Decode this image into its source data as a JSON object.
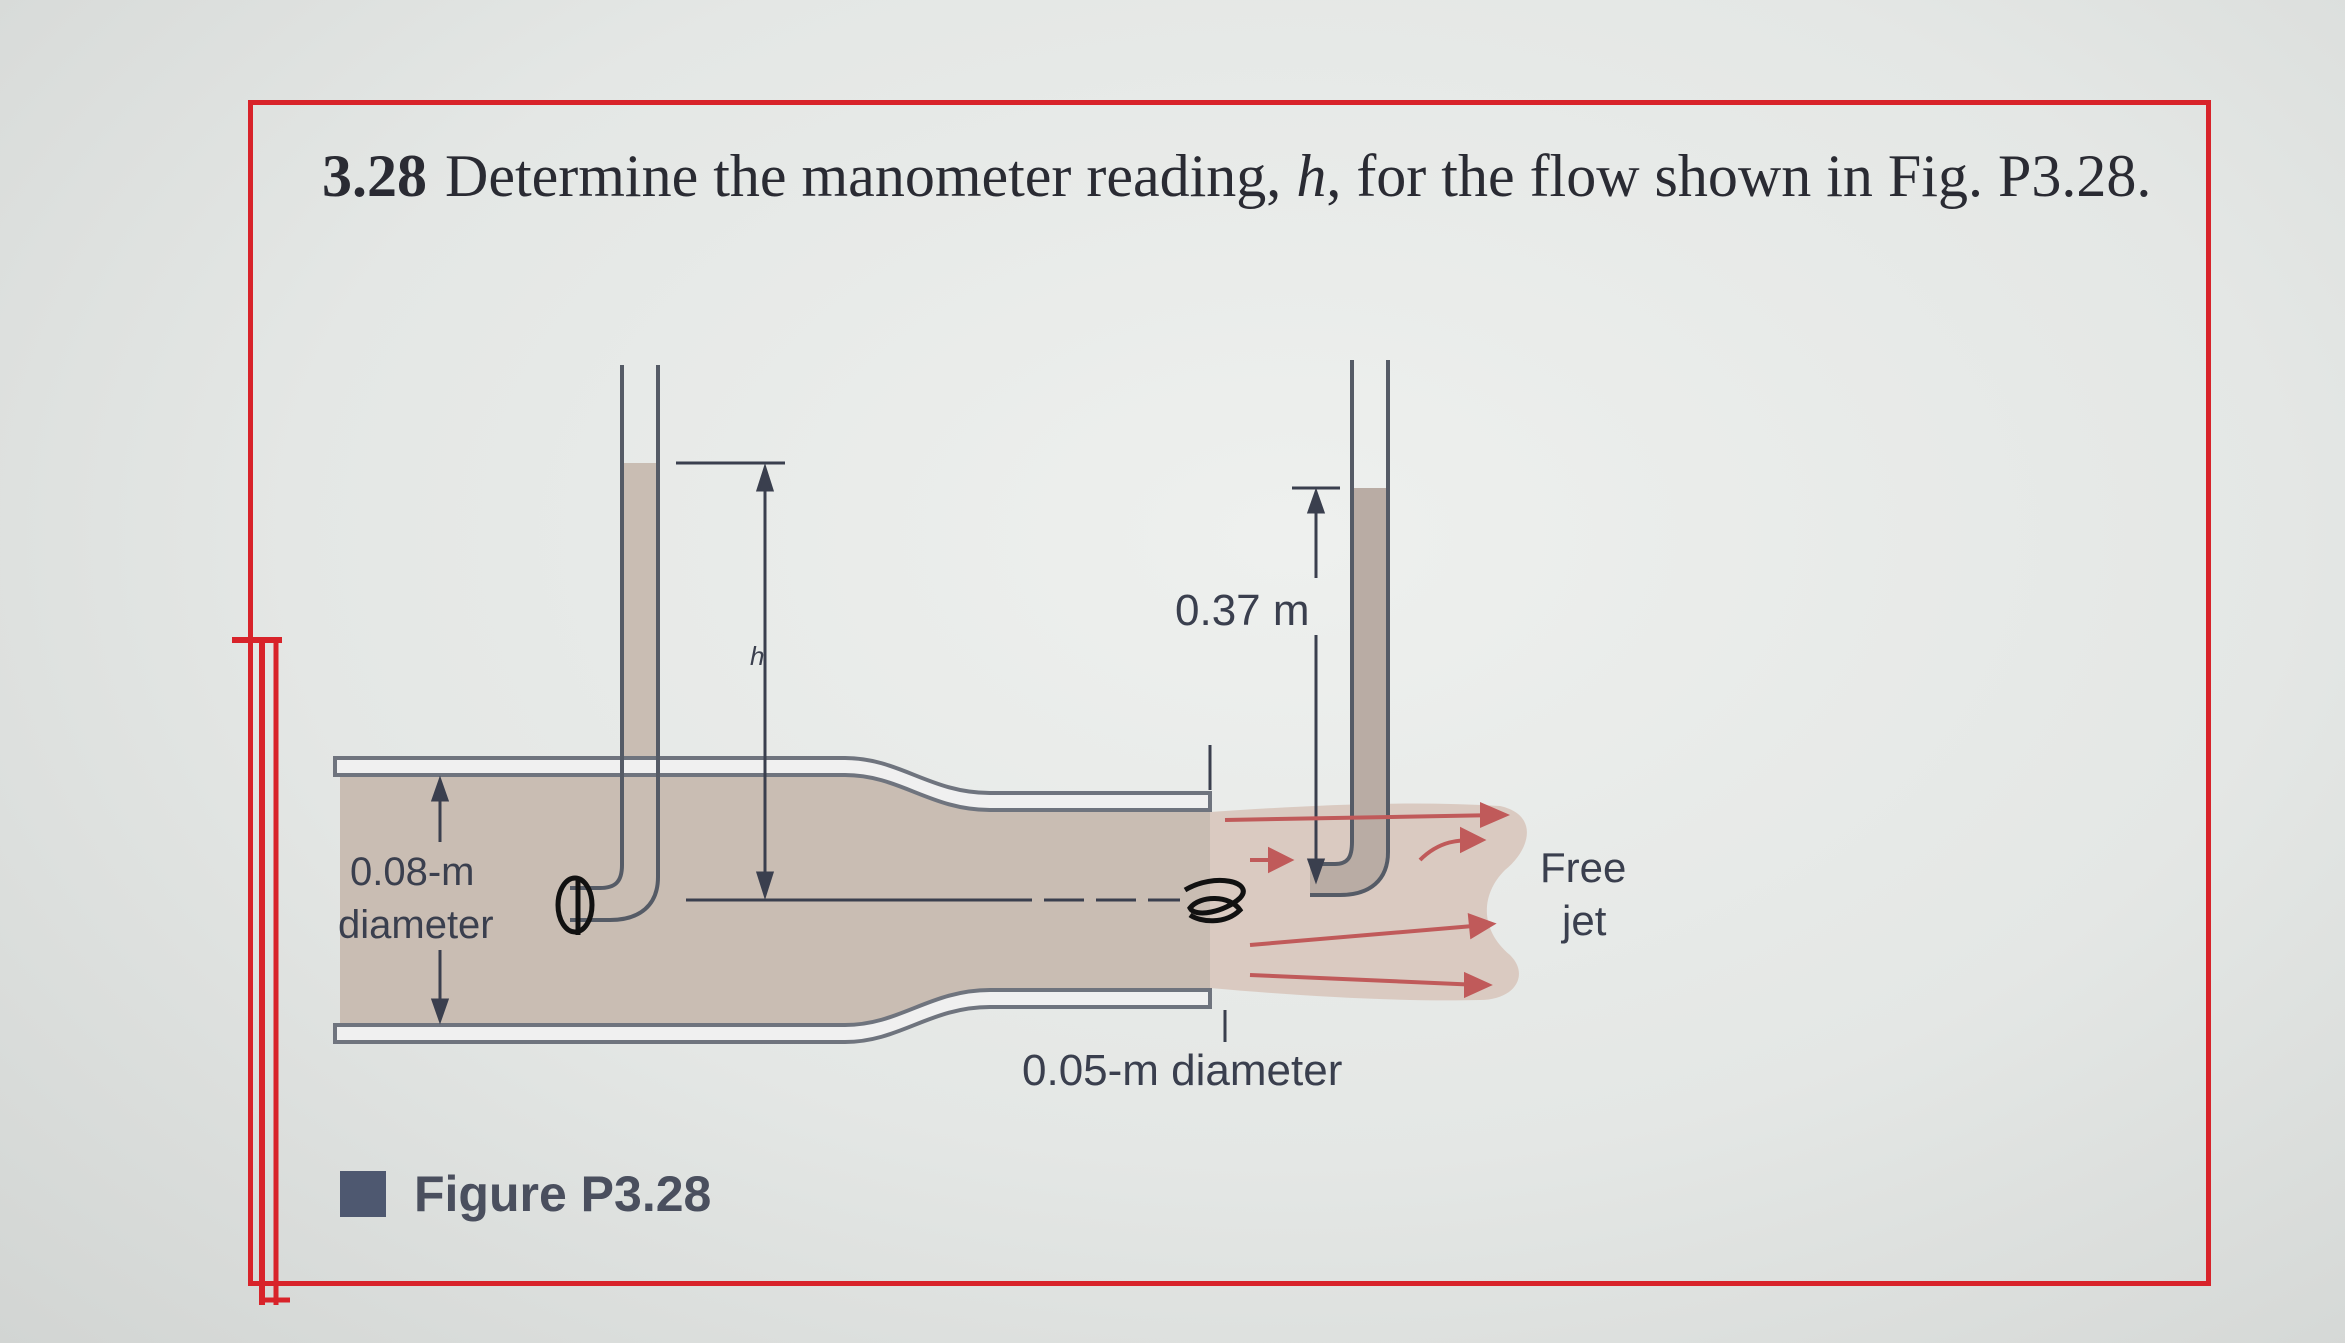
{
  "problem": {
    "number": "3.28",
    "text_before_var": "Determine the manometer reading, ",
    "variable": "h",
    "text_after_var": ", for the flow shown in Fig. P3.28."
  },
  "figure": {
    "label_h": "h",
    "label_037": "0.37 m",
    "label_008_line1": "0.08-m",
    "label_008_line2": "diameter",
    "label_005": "0.05-m diameter",
    "label_free": "Free",
    "label_jet": "jet",
    "caption": "Figure P3.28",
    "colors": {
      "fluid": "#c9bdb3",
      "pipe_wall": "#8a8f98",
      "frame": "#d8232a",
      "caption_square": "#4e5870",
      "flow_arrow": "#c05a5a"
    }
  }
}
